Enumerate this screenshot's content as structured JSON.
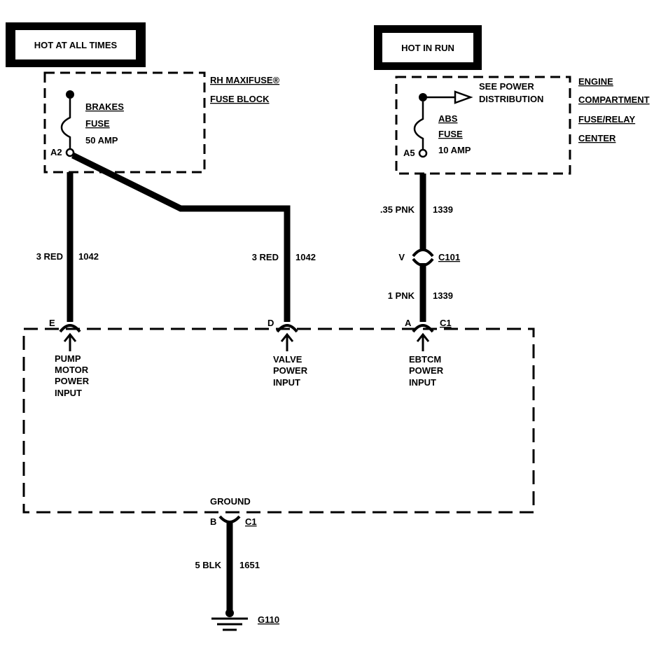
{
  "sources": {
    "hot_at_all_times": "HOT AT ALL TIMES",
    "hot_in_run": "HOT IN RUN"
  },
  "fuse_block_left": {
    "name_line1": "RH MAXIFUSE®",
    "name_line2": "FUSE BLOCK",
    "fuse_line1": "BRAKES",
    "fuse_line2": "FUSE",
    "fuse_rating": "50 AMP",
    "terminal": "A2"
  },
  "fuse_block_right": {
    "name_line1": "ENGINE",
    "name_line2": "COMPARTMENT",
    "name_line3": "FUSE/RELAY",
    "name_line4": "CENTER",
    "see_line1": "SEE POWER",
    "see_line2": "DISTRIBUTION",
    "fuse_line1": "ABS",
    "fuse_line2": "FUSE",
    "fuse_rating": "10 AMP",
    "terminal": "A5"
  },
  "wires": {
    "pump_size_color": "3 RED",
    "pump_circuit": "1042",
    "valve_size_color": "3 RED",
    "valve_circuit": "1042",
    "abs_upper_size_color": ".35 PNK",
    "abs_upper_circuit": "1339",
    "abs_lower_size_color": "1 PNK",
    "abs_lower_circuit": "1339",
    "ground_size_color": "5 BLK",
    "ground_circuit": "1651"
  },
  "connectors": {
    "c101_pin": "V",
    "c101_name": "C101",
    "pump_pin": "E",
    "valve_pin": "D",
    "ebtcm_pin": "A",
    "module_connector": "C1",
    "ground_pin": "B",
    "ground_connector": "C1"
  },
  "module": {
    "pump_line1": "PUMP",
    "pump_line2": "MOTOR",
    "pump_line3": "POWER",
    "pump_line4": "INPUT",
    "valve_line1": "VALVE",
    "valve_line2": "POWER",
    "valve_line3": "INPUT",
    "ebtcm_line1": "EBTCM",
    "ebtcm_line2": "POWER",
    "ebtcm_line3": "INPUT",
    "ground_label": "GROUND"
  },
  "ground": {
    "name": "G110"
  }
}
